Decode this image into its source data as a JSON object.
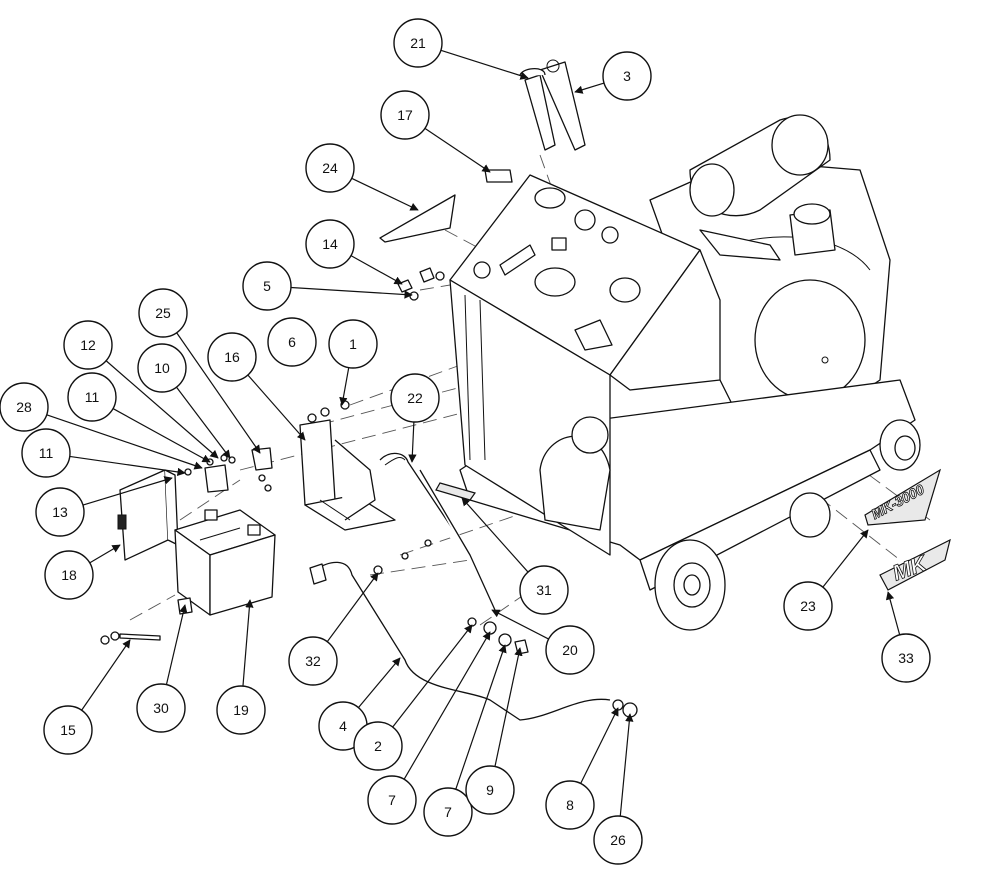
{
  "diagram": {
    "callout_labels": [
      "21",
      "3",
      "17",
      "24",
      "14",
      "5",
      "25",
      "6",
      "1",
      "16",
      "12",
      "10",
      "22",
      "11",
      "28",
      "11",
      "13",
      "18",
      "31",
      "23",
      "32",
      "20",
      "30",
      "19",
      "33",
      "15",
      "4",
      "2",
      "7",
      "7",
      "9",
      "8",
      "26"
    ],
    "decal_model": "MK-3000",
    "decal_logo": "MK"
  }
}
